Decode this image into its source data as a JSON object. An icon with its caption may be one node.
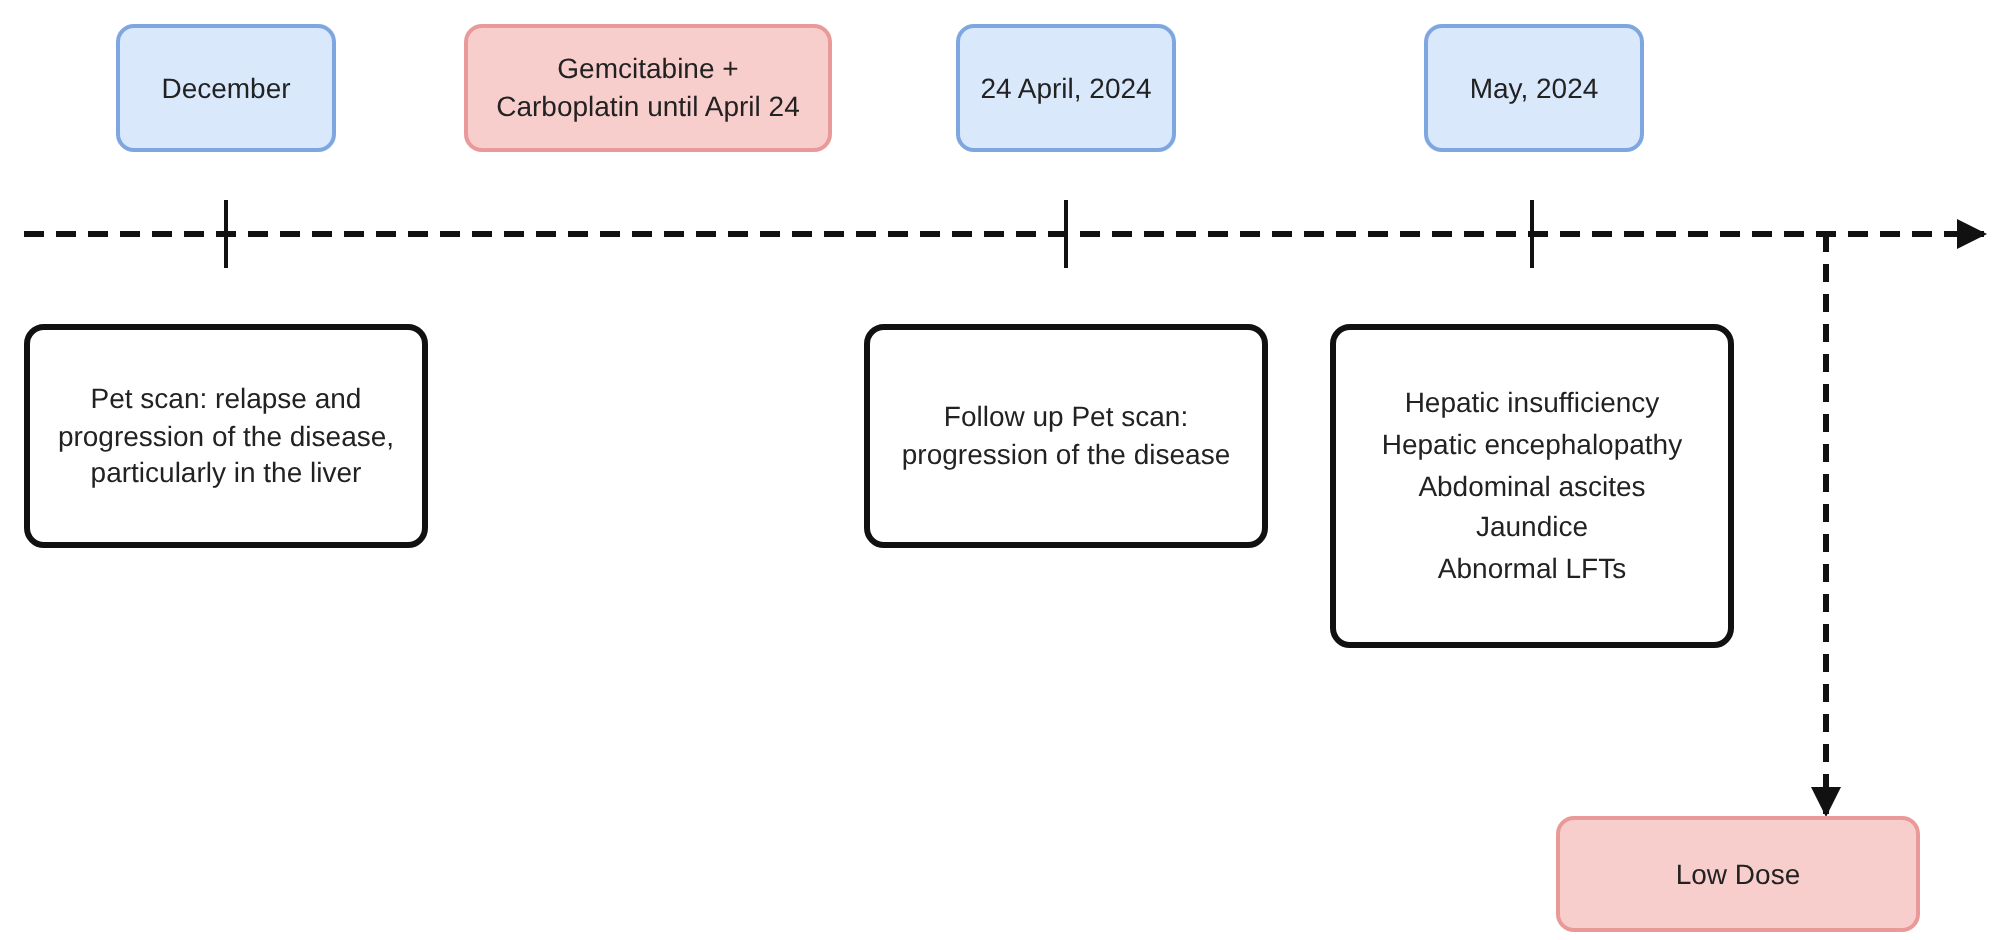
{
  "diagram": {
    "nodes": [
      {
        "text": [
          "December"
        ]
      },
      {
        "text": [
          "Gemcitabine + Carboplatin until April 24"
        ]
      },
      {
        "text": [
          "24 April, 2024"
        ]
      },
      {
        "text": [
          "May, 2024"
        ]
      },
      {
        "text": [
          "Pet scan: relapse and progression of the disease, particularly in the liver"
        ]
      },
      {
        "text": [
          "Follow up Pet scan: progression of the disease"
        ]
      },
      {
        "text": [
          "Hepatic insufficiency",
          "Hepatic encephalopathy",
          "Abdominal ascites",
          "Jaundice",
          "Abnormal LFTs"
        ]
      },
      {
        "text": [
          "Low Dose"
        ]
      }
    ],
    "edges": [
      {
        "from": null,
        "to": 7,
        "arrow": "to",
        "style": "dashed"
      }
    ]
  }
}
